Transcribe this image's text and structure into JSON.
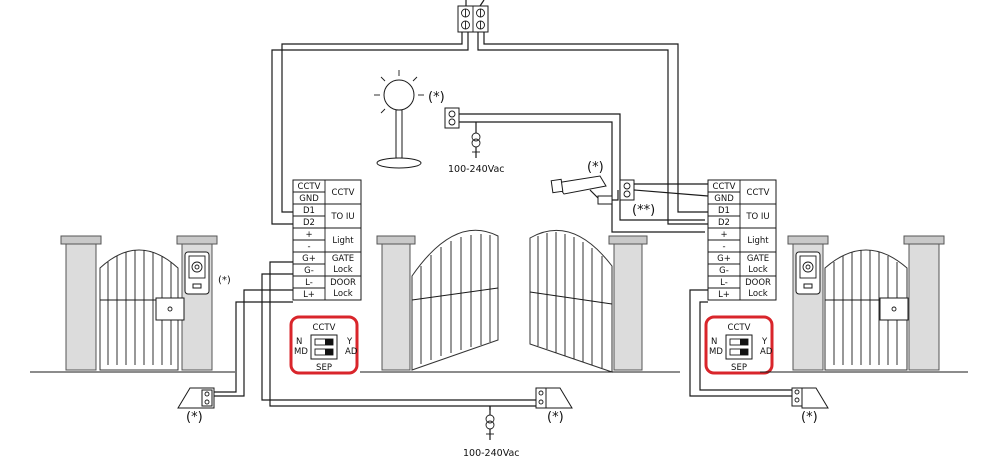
{
  "marks": {
    "optional": "(*)",
    "optional_double": "(**)"
  },
  "power": {
    "top_label": "100-240Vac",
    "bottom_label": "100-240Vac"
  },
  "terminal_block": {
    "rows": [
      {
        "term": "CCTV",
        "func": "CCTV"
      },
      {
        "term": "GND",
        "func": ""
      },
      {
        "term": "D1",
        "func": "TO IU"
      },
      {
        "term": "D2",
        "func": ""
      },
      {
        "term": "+",
        "func": "Light"
      },
      {
        "term": "-",
        "func": ""
      },
      {
        "term": "G+",
        "func": "GATE"
      },
      {
        "term": "G-",
        "func": "Lock"
      },
      {
        "term": "L-",
        "func": "DOOR"
      },
      {
        "term": "L+",
        "func": "Lock"
      }
    ]
  },
  "dip_switch": {
    "top": "CCTV",
    "bottom": "SEP",
    "left_top": "N",
    "left_bottom": "MD",
    "right_top": "Y",
    "right_bottom": "AD"
  },
  "colors": {
    "highlight": "#d9252b",
    "line": "#1a1a1a"
  }
}
